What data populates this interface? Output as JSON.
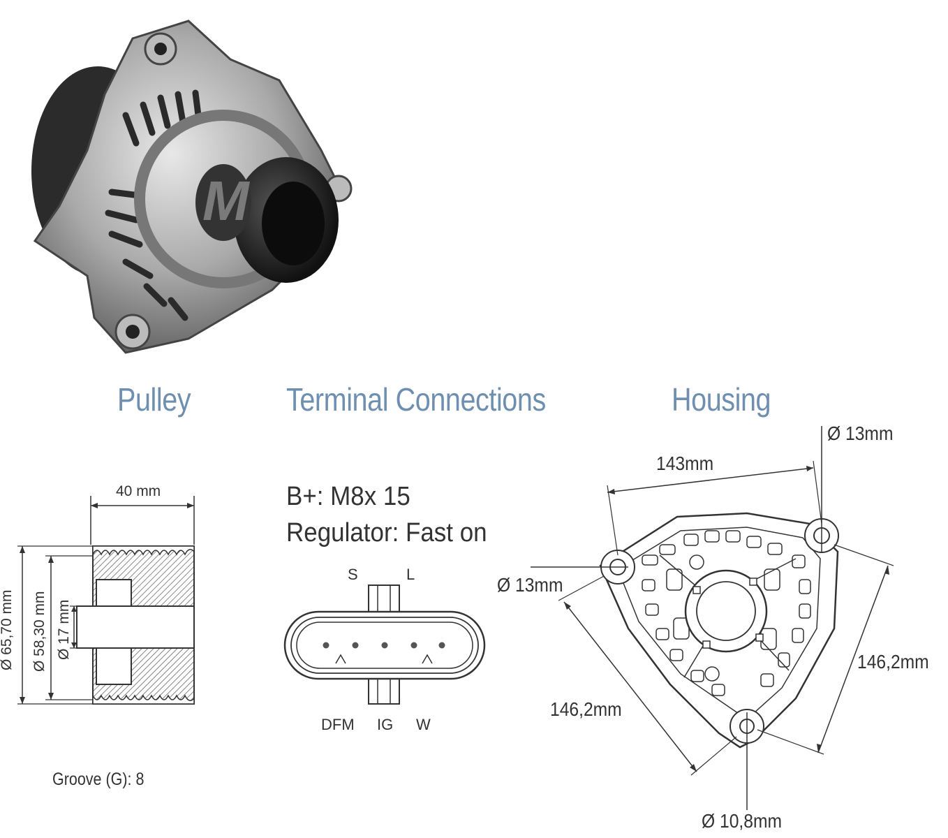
{
  "titles": {
    "pulley": "Pulley",
    "terminal": "Terminal Connections",
    "housing": "Housing"
  },
  "pulley": {
    "width": "40 mm",
    "dia_outer": "Ø 65,70 mm",
    "dia_mid": "Ø 58,30 mm",
    "dia_bore": "Ø 17 mm",
    "groove": "Groove (G): 8"
  },
  "terminal": {
    "bplus": "B+: M8x 15",
    "regulator": "Regulator: Fast on",
    "pins_top": [
      "S",
      "L"
    ],
    "pins_bottom": [
      "DFM",
      "IG",
      "W"
    ]
  },
  "housing": {
    "hole_top_right": "Ø 13mm",
    "hole_left": "Ø 13mm",
    "hole_bottom": "Ø 10,8mm",
    "span_top": "143mm",
    "span_right": "146,2mm",
    "span_left": "146,2mm"
  }
}
